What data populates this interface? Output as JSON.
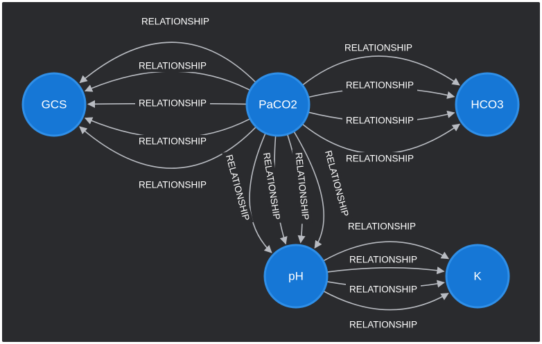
{
  "graph": {
    "nodes": [
      {
        "id": "GCS",
        "label": "GCS"
      },
      {
        "id": "PaCO2",
        "label": "PaCO2"
      },
      {
        "id": "HCO3",
        "label": "HCO3"
      },
      {
        "id": "pH",
        "label": "pH"
      },
      {
        "id": "K",
        "label": "K"
      }
    ],
    "edges": [
      {
        "from": "PaCO2",
        "to": "GCS",
        "label": "RELATIONSHIP"
      },
      {
        "from": "PaCO2",
        "to": "GCS",
        "label": "RELATIONSHIP"
      },
      {
        "from": "PaCO2",
        "to": "GCS",
        "label": "RELATIONSHIP"
      },
      {
        "from": "PaCO2",
        "to": "GCS",
        "label": "RELATIONSHIP"
      },
      {
        "from": "PaCO2",
        "to": "GCS",
        "label": "RELATIONSHIP"
      },
      {
        "from": "PaCO2",
        "to": "HCO3",
        "label": "RELATIONSHIP"
      },
      {
        "from": "PaCO2",
        "to": "HCO3",
        "label": "RELATIONSHIP"
      },
      {
        "from": "PaCO2",
        "to": "HCO3",
        "label": "RELATIONSHIP"
      },
      {
        "from": "PaCO2",
        "to": "HCO3",
        "label": "RELATIONSHIP"
      },
      {
        "from": "PaCO2",
        "to": "pH",
        "label": "RELATIONSHIP"
      },
      {
        "from": "PaCO2",
        "to": "pH",
        "label": "RELATIONSHIP"
      },
      {
        "from": "PaCO2",
        "to": "pH",
        "label": "RELATIONSHIP"
      },
      {
        "from": "PaCO2",
        "to": "pH",
        "label": "RELATIONSHIP"
      },
      {
        "from": "pH",
        "to": "K",
        "label": "RELATIONSHIP"
      },
      {
        "from": "pH",
        "to": "K",
        "label": "RELATIONSHIP"
      },
      {
        "from": "pH",
        "to": "K",
        "label": "RELATIONSHIP"
      },
      {
        "from": "pH",
        "to": "K",
        "label": "RELATIONSHIP"
      }
    ]
  },
  "colors": {
    "background": "#2a2b2e",
    "node_fill": "#1677d6",
    "edge": "#b9bcc2",
    "text": "#ffffff"
  }
}
